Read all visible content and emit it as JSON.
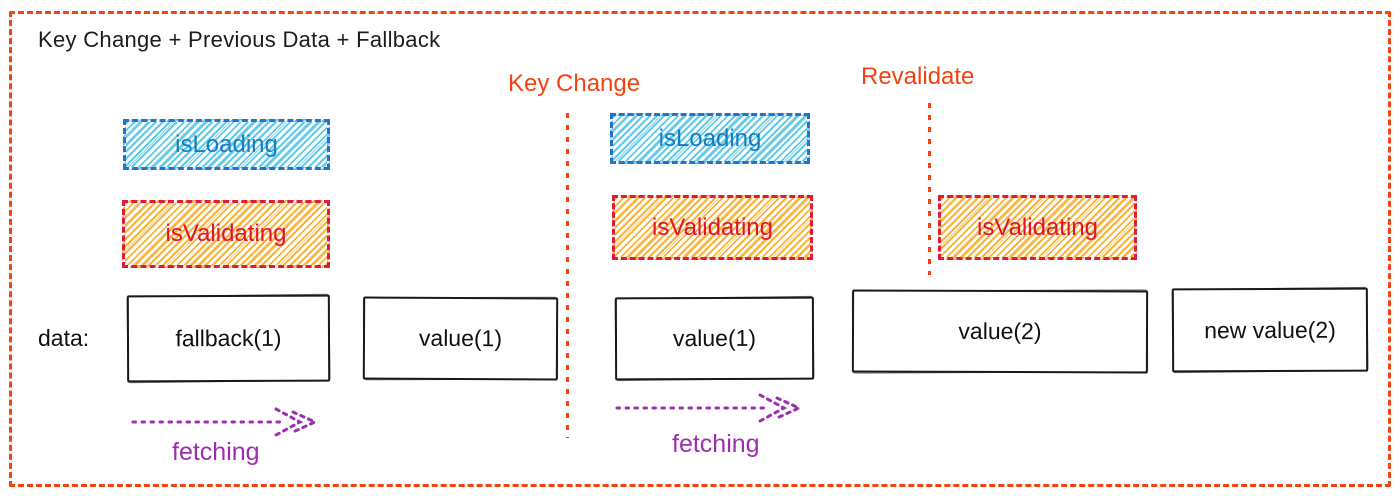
{
  "title": "Key Change + Previous Data + Fallback",
  "events": {
    "key_change": "Key Change",
    "revalidate": "Revalidate"
  },
  "state_bars": {
    "loading": "isLoading",
    "validating": "isValidating"
  },
  "labels": {
    "data": "data:",
    "fetching": "fetching"
  },
  "data_boxes": [
    "fallback(1)",
    "value(1)",
    "value(1)",
    "value(2)",
    "new value(2)"
  ],
  "colors": {
    "accent_orange": "#f4430e",
    "loading_text": "#117dc4",
    "loading_border": "#2473c8",
    "loading_hatch": "#55c8e8",
    "validating_text": "#e3112e",
    "validating_border": "#e01a38",
    "validating_hatch": "#f8b02c",
    "fetching_purple": "#9b2fae",
    "box_border": "#1a1a1a",
    "title_text": "#1c1c1c"
  }
}
